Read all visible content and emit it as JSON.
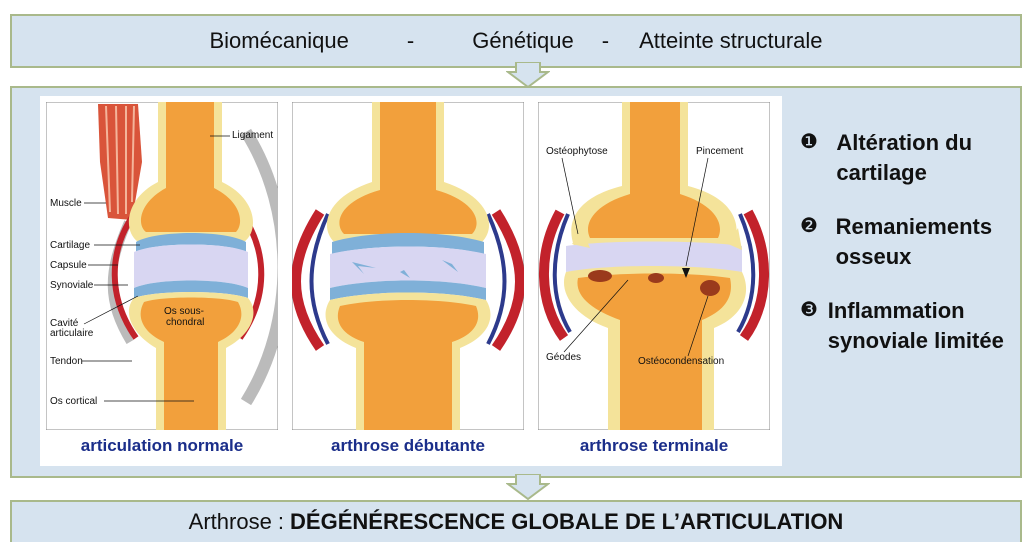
{
  "header": {
    "item1": "Biomécanique",
    "sep1": "-",
    "item2": "Génétique",
    "sep2": "-",
    "item3": "Atteinte structurale"
  },
  "figure": {
    "panels": [
      {
        "caption": "articulation normale",
        "labels": [
          "Ligament",
          "Muscle",
          "Cartilage",
          "Capsule",
          "Synoviale",
          "Cavité",
          "articulaire",
          "Tendon",
          "Os cortical",
          "Os sous-",
          "chondral"
        ]
      },
      {
        "caption": "arthrose débutante",
        "labels": []
      },
      {
        "caption": "arthrose terminale",
        "labels": [
          "Ostéophytose",
          "Pincement",
          "Géodes",
          "Ostéocondensation"
        ]
      }
    ]
  },
  "points": [
    {
      "marker": "❶",
      "text": "Altération du cartilage"
    },
    {
      "marker": "❷",
      "text": "Remaniements osseux"
    },
    {
      "marker": "❸",
      "text": "Inflammation synoviale limitée"
    }
  ],
  "footer": {
    "prefix": "Arthrose :",
    "emphasis": "DÉGÉNÉRESCENCE GLOBALE DE L’ARTICULATION"
  },
  "colors": {
    "panel_bg": "#d6e3ef",
    "border": "#a9b98b",
    "caption": "#1b2e8a",
    "bone": "#f2a03c",
    "cartilage": "#7fb0d8",
    "synovium": "#c2222b"
  }
}
